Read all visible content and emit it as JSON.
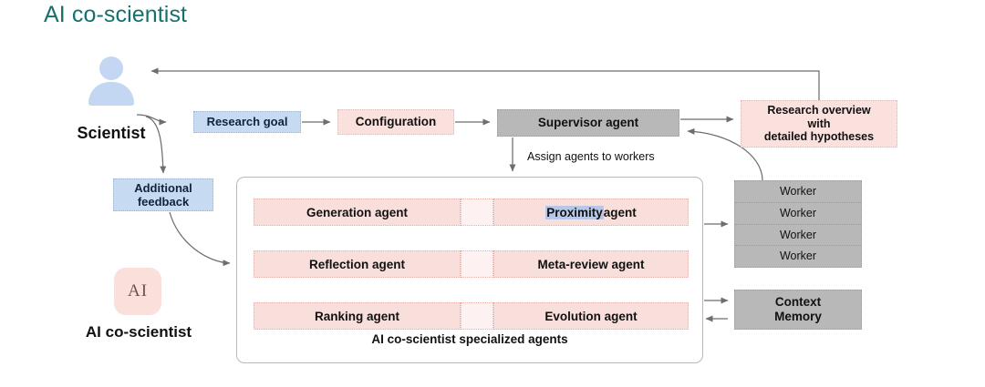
{
  "title": "AI co-scientist",
  "actors": {
    "scientist_label": "Scientist",
    "ai_label": "AI co-scientist",
    "ai_logo_text": "AI"
  },
  "nodes": {
    "research_goal": "Research goal",
    "configuration": "Configuration",
    "supervisor": "Supervisor agent",
    "overview_line1": "Research overview",
    "overview_line2": "with",
    "overview_line3": "detailed hypotheses",
    "feedback_line1": "Additional",
    "feedback_line2": "feedback",
    "context_line1": "Context",
    "context_line2": "Memory"
  },
  "edge_labels": {
    "assign": "Assign agents to workers"
  },
  "workers": {
    "items": [
      "Worker",
      "Worker",
      "Worker",
      "Worker"
    ]
  },
  "agents": {
    "caption": "AI co-scientist specialized agents",
    "rows": [
      {
        "left": "Generation agent",
        "right_prefix": "Proximity",
        "right_suffix": " agent"
      },
      {
        "left": "Reflection agent",
        "right": "Meta-review agent"
      },
      {
        "left": "Ranking agent",
        "right": "Evolution agent"
      }
    ]
  },
  "colors": {
    "title": "#17706e",
    "blue_fill": "#c6dbf2",
    "pink_fill": "#fae1de",
    "agent_fill": "#f8dfdc",
    "gray_fill": "#b8b8b8",
    "red_arrow": "#d32f2f",
    "gray_arrow": "#6e6e6e",
    "highlight": "#b6c7e8"
  }
}
